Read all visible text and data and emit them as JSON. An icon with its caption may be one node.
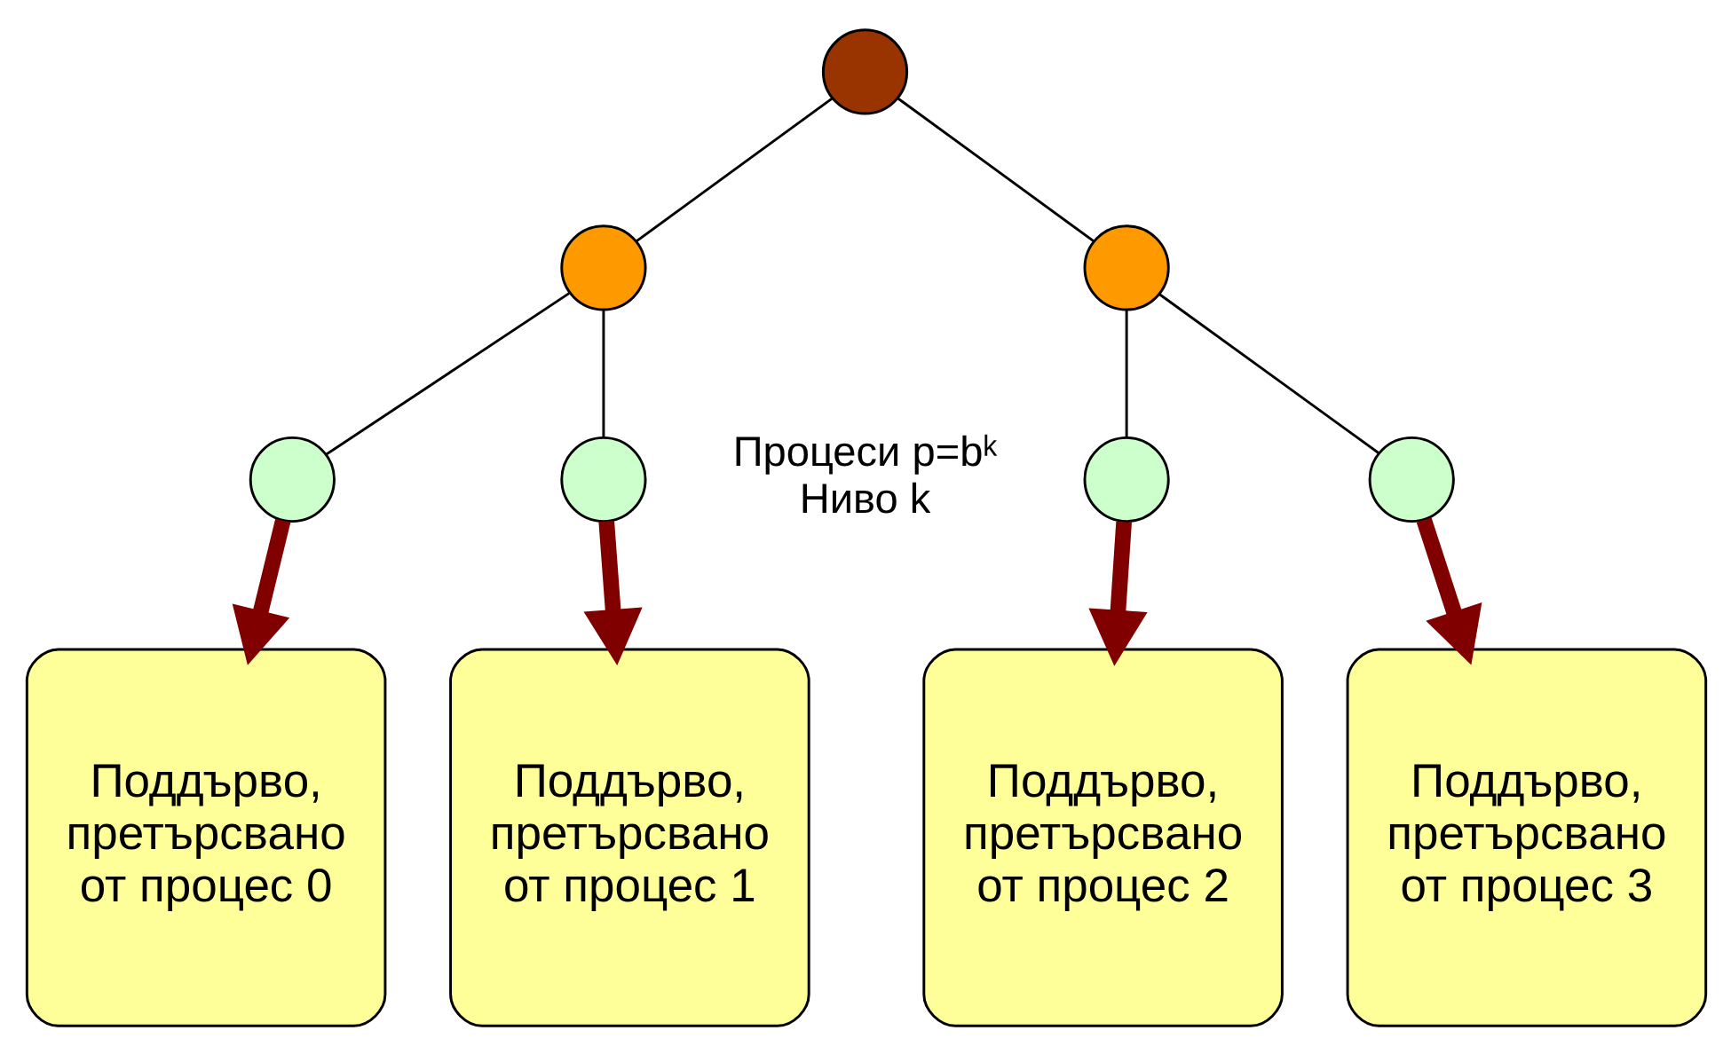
{
  "diagram": {
    "nodes": [
      {
        "text": [],
        "shape": "circle"
      },
      {
        "text": [],
        "shape": "circle"
      },
      {
        "text": [],
        "shape": "circle"
      },
      {
        "text": [],
        "shape": "circle"
      },
      {
        "text": [],
        "shape": "circle"
      },
      {
        "text": [],
        "shape": "circle"
      },
      {
        "text": [],
        "shape": "circle"
      },
      {
        "text": [
          "Поддърво, претърсвано от процес 0"
        ]
      },
      {
        "text": [
          "Поддърво, претърсвано от процес 1"
        ]
      },
      {
        "text": [
          "Поддърво, претърсвано от процес 2"
        ]
      },
      {
        "text": [
          "Поддърво, претърсвано от процес 3"
        ]
      }
    ],
    "edges": [
      {
        "from": 0,
        "to": 1,
        "arrow": "none"
      },
      {
        "from": 0,
        "to": 2,
        "arrow": "none"
      },
      {
        "from": 1,
        "to": 3,
        "arrow": "none"
      },
      {
        "from": 1,
        "to": 4,
        "arrow": "none"
      },
      {
        "from": 2,
        "to": 5,
        "arrow": "none"
      },
      {
        "from": 2,
        "to": 6,
        "arrow": "none"
      },
      {
        "from": 3,
        "to": 7,
        "arrow": "to",
        "style": "thick",
        "color": "#800000"
      },
      {
        "from": 4,
        "to": 8,
        "arrow": "to",
        "style": "thick",
        "color": "#800000"
      },
      {
        "from": 5,
        "to": 9,
        "arrow": "to",
        "style": "thick",
        "color": "#800000"
      },
      {
        "from": 6,
        "to": 10,
        "arrow": "to",
        "style": "thick",
        "color": "#800000"
      }
    ],
    "labels": [
      "Процеси p=bᵏ",
      "Ниво k"
    ]
  }
}
